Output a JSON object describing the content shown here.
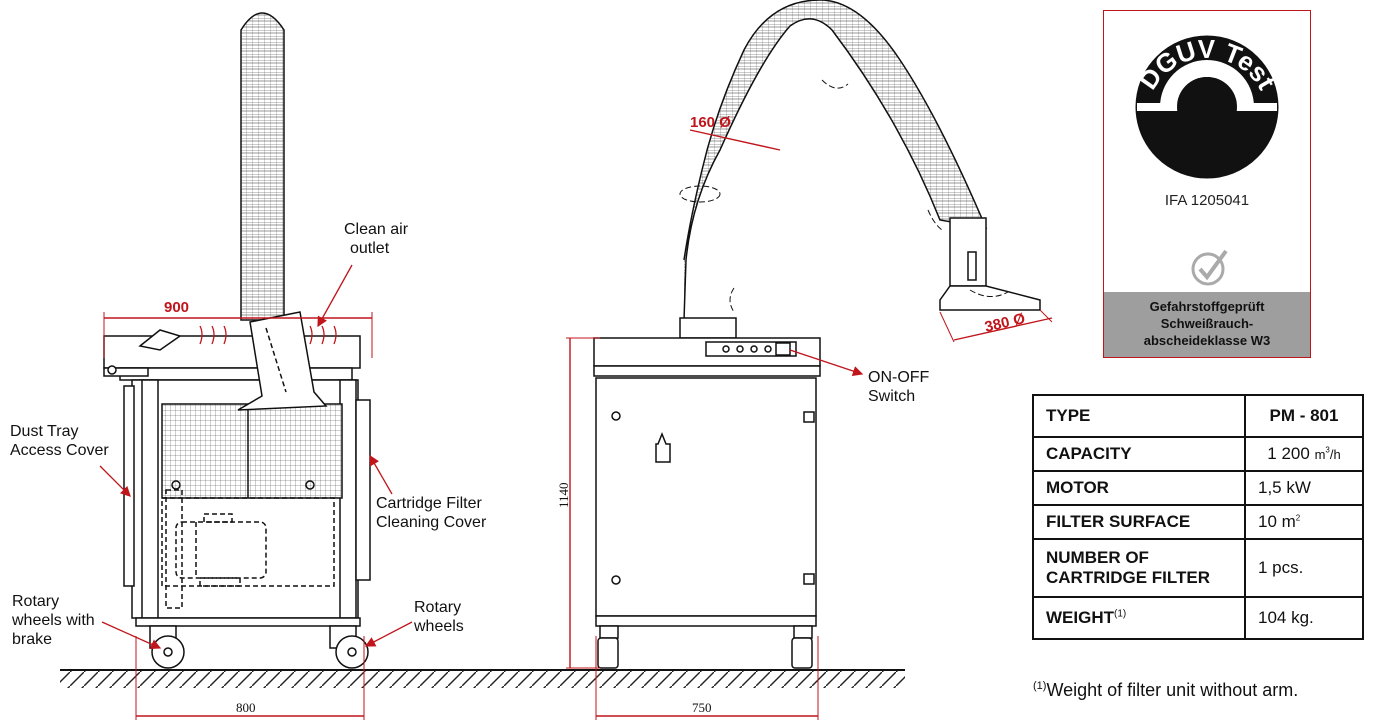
{
  "dimensions": {
    "width_900": "900",
    "width_800": "800",
    "width_750": "750",
    "height_1140": "1140",
    "dia_160": "160 Ø",
    "dia_380": "380 Ø"
  },
  "callouts": {
    "clean_air_outlet_1": "Clean air",
    "clean_air_outlet_2": "outlet",
    "dust_tray_1": "Dust Tray",
    "dust_tray_2": "Access Cover",
    "cartridge_cover_1": "Cartridge Filter",
    "cartridge_cover_2": "Cleaning Cover",
    "rotary_brake_1": "Rotary",
    "rotary_brake_2": "wheels with",
    "rotary_brake_3": "brake",
    "rotary_wheels_1": "Rotary",
    "rotary_wheels_2": "wheels",
    "on_off_1": "ON-OFF",
    "on_off_2": "Switch"
  },
  "badge": {
    "logo_text": "DGUV Test",
    "certificate_id": "IFA 1205041",
    "footer_line1": "Gefahrstoffgeprüft",
    "footer_line2": "Schweißrauch-",
    "footer_line3": "abscheideklasse W3"
  },
  "spec_table": {
    "type_label": "TYPE",
    "type_value": "PM - 801",
    "capacity_label": "CAPACITY",
    "capacity_value": "1 200",
    "capacity_unit": "m",
    "capacity_unit_sup": "3",
    "capacity_unit_tail": "/h",
    "motor_label": "MOTOR",
    "motor_value": "1,5 kW",
    "filter_surface_label": "FILTER SURFACE",
    "filter_surface_value": "10 m",
    "filter_surface_sup": "2",
    "cartridge_label_1": "NUMBER OF",
    "cartridge_label_2": "CARTRIDGE FILTER",
    "cartridge_value": "1 pcs.",
    "weight_label": "WEIGHT",
    "weight_sup": "(1)",
    "weight_value": "104 kg."
  },
  "footnote": {
    "marker": "(1)",
    "text": "Weight of filter unit without arm."
  },
  "colors": {
    "dimension_red": "#c0151b",
    "line": "#111111",
    "badge_gray": "#9e9e9e"
  }
}
